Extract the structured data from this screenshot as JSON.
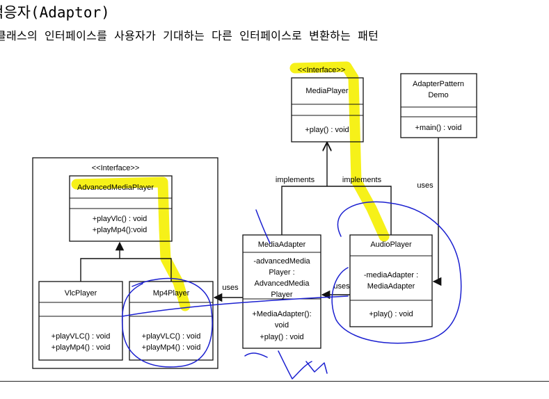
{
  "header": {
    "title": "적응자(Adaptor)",
    "subtitle": "클래스의 인터페이스를 사용자가 기대하는 다른 인터페이스로 변환하는 패턴"
  },
  "colors": {
    "highlight": "#f5f000",
    "pen": "#1a1fd0",
    "line": "#111111"
  },
  "diagram": {
    "media_player": {
      "stereotype": "<<Interface>>",
      "name": "MediaPlayer",
      "ops": [
        "+play() : void"
      ]
    },
    "demo": {
      "name_line1": "AdapterPattern",
      "name_line2": "Demo",
      "ops": [
        "+main() : void"
      ]
    },
    "group": {
      "stereotype": "<<Interface>>"
    },
    "advanced_media_player": {
      "name": "AdvancedMediaPlayer",
      "ops": [
        "+playVlc() : void",
        "+playMp4():void"
      ]
    },
    "vlc_player": {
      "name": "VlcPlayer",
      "ops": [
        "+playVLC() : void",
        "+playMp4() : void"
      ]
    },
    "mp4_player": {
      "name": "Mp4Player",
      "ops": [
        "+playVLC() : void",
        "+playMp4() : void"
      ]
    },
    "media_adapter": {
      "name": "MediaAdapter",
      "attrs": [
        "-advancedMedia",
        "Player :",
        "AdvancedMedia",
        "Player"
      ],
      "ops": [
        "+MediaAdapter():",
        "void",
        "+play() : void"
      ]
    },
    "audio_player": {
      "name": "AudioPlayer",
      "attrs": [
        "-mediaAdapter :",
        "MediaAdapter"
      ],
      "ops": [
        "+play() : void"
      ]
    },
    "labels": {
      "implements_left": "implements",
      "implements_right": "implements",
      "uses_demo": "uses",
      "uses_adapter": "uses",
      "uses_audio": "uses"
    }
  }
}
